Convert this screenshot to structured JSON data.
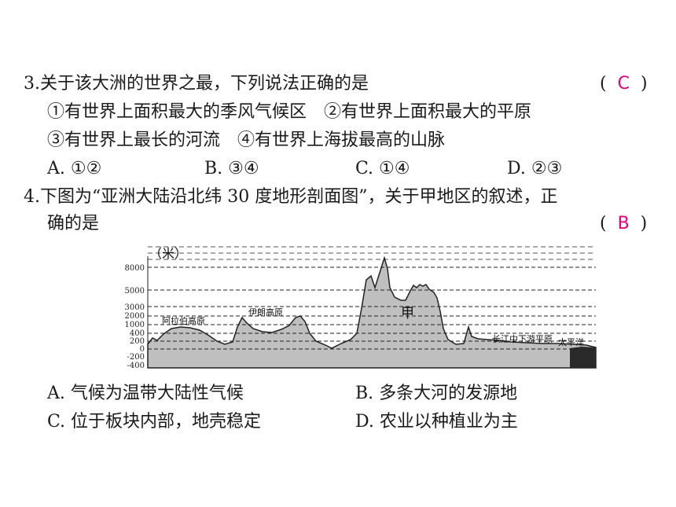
{
  "q3": {
    "stem": "3.关于该大洲的世界之最，下列说法正确的是",
    "answer": "C",
    "statements_line1": "①有世界上面积最大的季风气候区　②有世界上面积最大的平原",
    "statements_line2": "③有世界上最长的河流　④有世界上海拔最高的山脉",
    "options": [
      "A. ①②",
      "B. ③④",
      "C. ①④",
      "D. ②③"
    ]
  },
  "q4": {
    "stem_line1": "4.下图为“亚洲大陆沿北纬 30 度地形剖面图”，关于甲地区的叙述，正",
    "stem_line2": "确的是",
    "answer": "B",
    "options": [
      "A. 气候为温带大陆性气候",
      "B. 多条大河的发源地",
      "C. 位于板块内部，地壳稳定",
      "D. 农业以种植业为主"
    ]
  },
  "figure": {
    "unit": "（米）",
    "y_ticks": [
      "8000",
      "5000",
      "3000",
      "2000",
      "1000",
      "400",
      "200",
      "0",
      "-200",
      "-400"
    ],
    "labels": {
      "arabian": "阿拉伯高原",
      "iran": "伊朗高原",
      "jia": "甲",
      "yangtze": "长江中下游平原",
      "pacific": "太平洋"
    },
    "colors": {
      "land": "#bfbfbf",
      "ocean": "#2a2a2a",
      "line": "#222222"
    }
  }
}
